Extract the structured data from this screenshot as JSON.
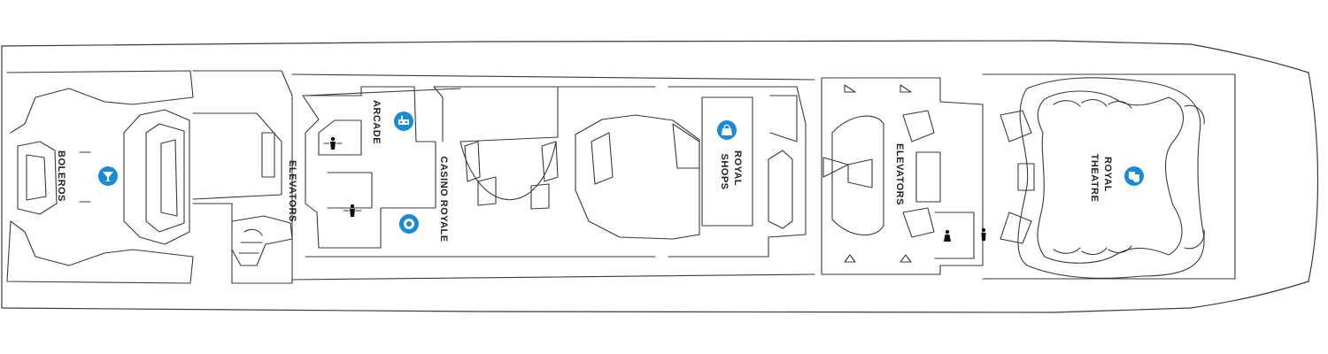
{
  "colors": {
    "accent": "#1a8ad4",
    "line": "#3a3a3a",
    "background": "#ffffff"
  },
  "venues": {
    "boleros": {
      "name": "BOLEROS",
      "icon": "cocktail-icon"
    },
    "arcade": {
      "name": "ARCADE",
      "icon": "arcade-icon"
    },
    "casino": {
      "name": "CASINO ROYALE",
      "icon": "casino-chip-icon"
    },
    "shops": {
      "line1": "ROYAL",
      "line2": "SHOPS",
      "icon": "shopping-bag-icon"
    },
    "theatre": {
      "line1": "ROYAL",
      "line2": "THEATRE",
      "icon": "theatre-masks-icon"
    }
  },
  "elevators": {
    "aft": "ELEVATORS",
    "mid": "ELEVATORS"
  },
  "facilities": {
    "restrooms_aft": "restroom-icon",
    "restrooms_fwd": "restroom-icon"
  }
}
